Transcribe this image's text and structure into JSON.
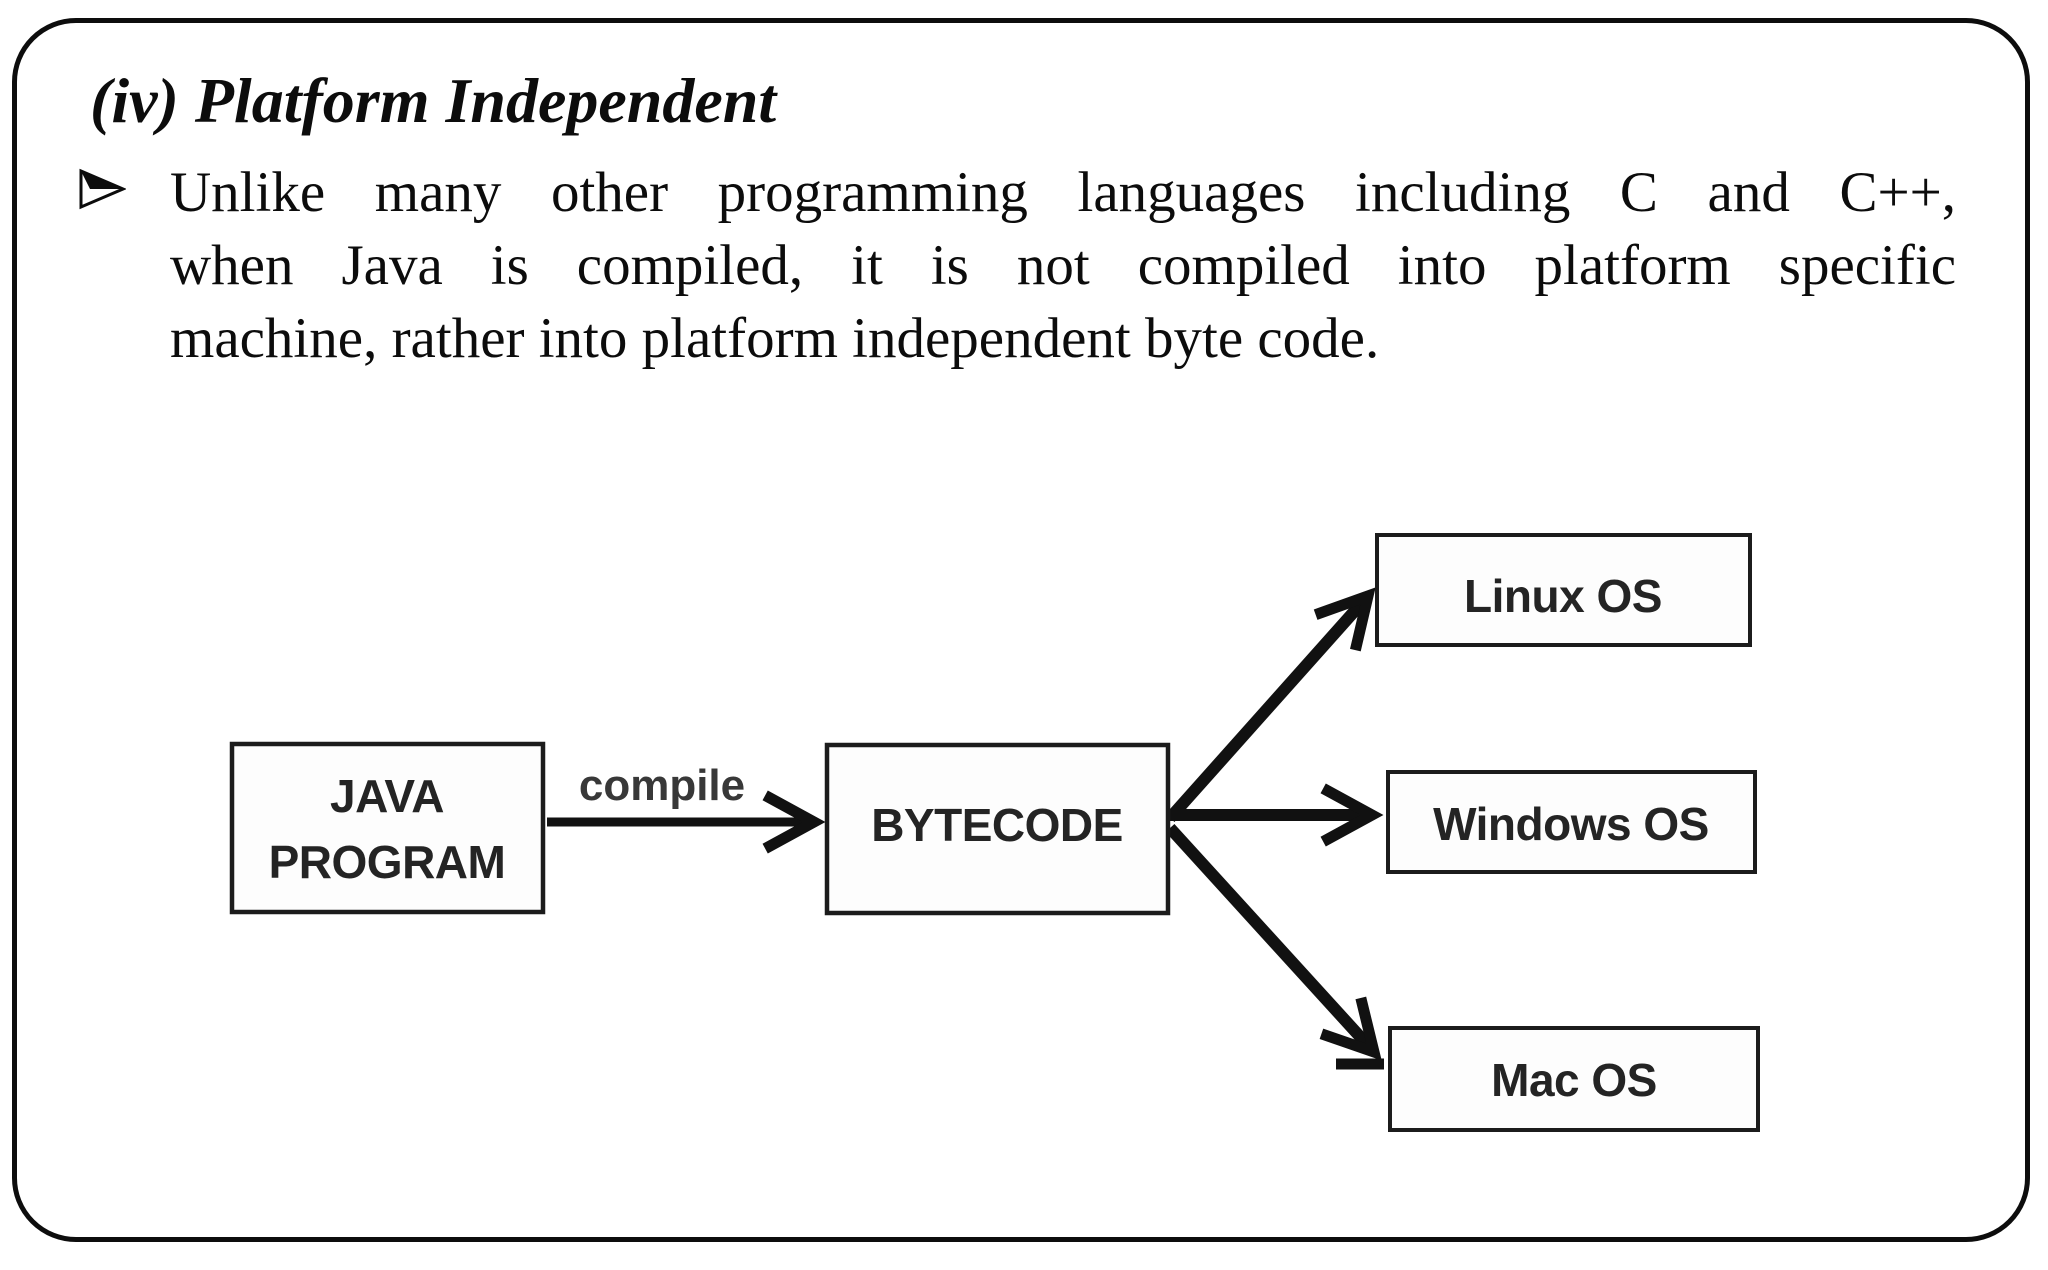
{
  "slide": {
    "heading": "(iv) Platform Independent",
    "bullet_icon": "right-arrowhead-bullet",
    "paragraph_lines": [
      "Unlike many other programming languages including C and C++,",
      "when Java is compiled, it is not compiled into platform specific",
      "machine, rather into platform independent byte code."
    ]
  },
  "diagram": {
    "edge_label": "compile",
    "nodes": {
      "java_program": {
        "line1": "JAVA",
        "line2": "PROGRAM"
      },
      "bytecode": {
        "label": "BYTECODE"
      },
      "linux": {
        "label": "Linux OS"
      },
      "windows": {
        "label": "Windows OS"
      },
      "mac": {
        "label": "Mac OS"
      }
    },
    "colors": {
      "ink": "#111111",
      "box_border": "#1c1c1c",
      "box_fill": "#fdfdfd",
      "node_text": "#242424",
      "edge_label_text": "#383838"
    }
  }
}
